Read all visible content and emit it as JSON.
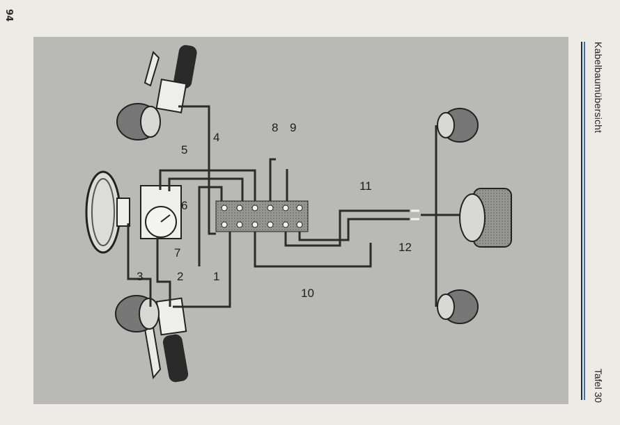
{
  "page": {
    "number": "94"
  },
  "sidebar": {
    "title": "Kabelbaumübersicht",
    "plate": "Tafel 30"
  },
  "diagram": {
    "labels": {
      "l1": "1",
      "l2": "2",
      "l3": "3",
      "l4": "4",
      "l5": "5",
      "l6": "6",
      "l7": "7",
      "l8": "8",
      "l9": "9",
      "l10": "10",
      "l11": "11",
      "l12": "12"
    },
    "icons": [
      "headlight-icon",
      "turn-signal-icon",
      "tail-light-icon",
      "handlebar-grip-icon",
      "speedometer-icon",
      "connector-block-icon"
    ]
  }
}
